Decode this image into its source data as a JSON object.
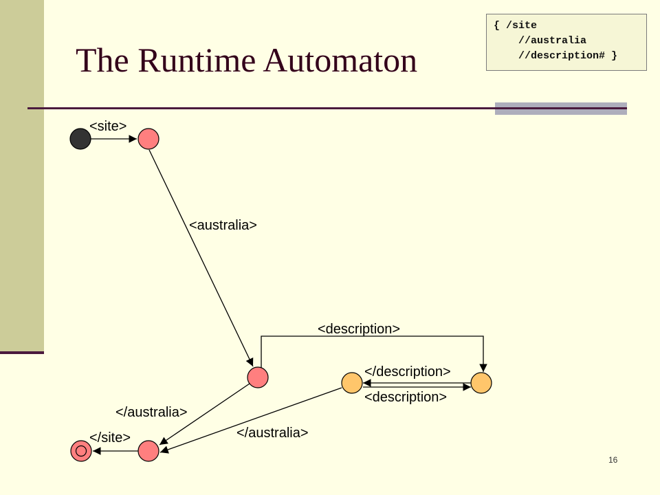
{
  "slide": {
    "title": "The Runtime Automaton",
    "page_number": "16"
  },
  "query": {
    "lines": [
      "{ /site",
      "    //australia",
      "    //description# }"
    ]
  },
  "diagram": {
    "edges": {
      "site_open": "<site>",
      "australia_open": "<australia>",
      "description_loop": "<description>",
      "description_close": "</description>",
      "description_open": "<description>",
      "australia_close_left": "</australia>",
      "australia_close_right": "</australia>",
      "site_close": "</site>"
    }
  },
  "colors": {
    "state_salmon": "#FF7F7F",
    "state_orange": "#FFC66B",
    "state_start": "#333333",
    "title": "#33001A",
    "band": "#CCCC99"
  }
}
